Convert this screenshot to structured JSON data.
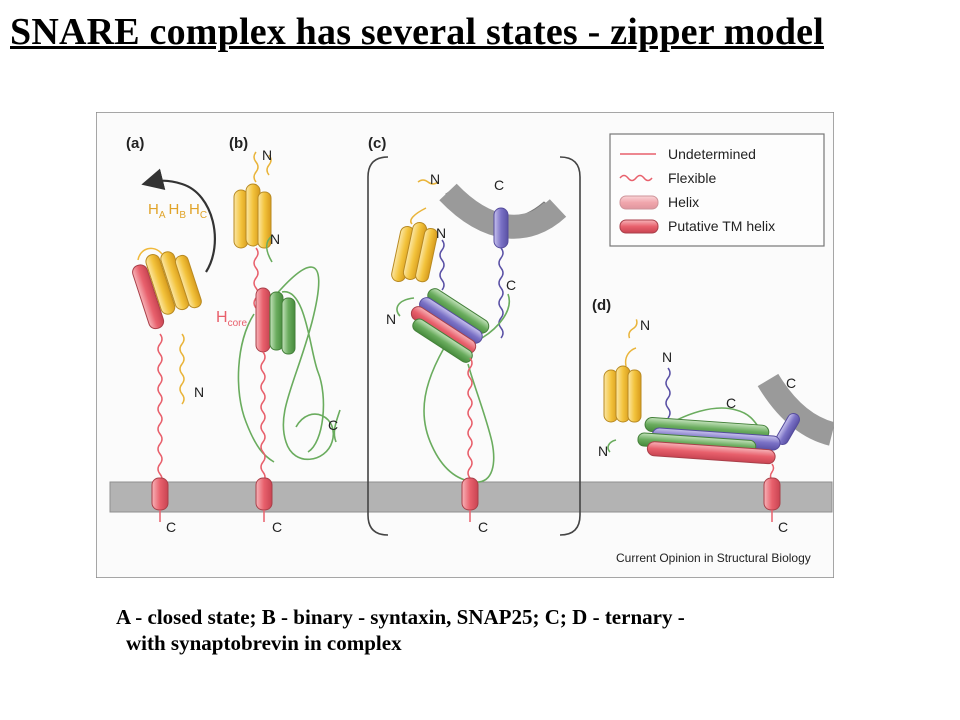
{
  "title": "SNARE complex has several states - zipper model",
  "caption": {
    "line1": "A - closed state;  B - binary - syntaxin, SNAP25; C; D - ternary -",
    "line2": "with synaptobrevin in complex"
  },
  "figure": {
    "panels": {
      "a": "(a)",
      "b": "(b)",
      "c": "(c)",
      "d": "(d)"
    },
    "habc": {
      "ha": "H",
      "ha_sub": "A",
      "hb": "H",
      "hb_sub": "B",
      "hc": "H",
      "hc_sub": "C"
    },
    "hcore": {
      "h": "H",
      "sub": "core"
    },
    "termini": {
      "n": "N",
      "c": "C"
    },
    "legend": {
      "undetermined": "Undetermined",
      "flexible": "Flexible",
      "helix": "Helix",
      "tm_helix": "Putative TM helix"
    },
    "source": "Current Opinion in Structural Biology",
    "colors": {
      "syntaxin": "#e8606c",
      "habc": "#f3c33c",
      "snap25": "#6aac5e",
      "synaptobrevin": "#7b72c6",
      "membrane": "#b3b3b3",
      "vesicle": "#9a9a9a"
    }
  }
}
